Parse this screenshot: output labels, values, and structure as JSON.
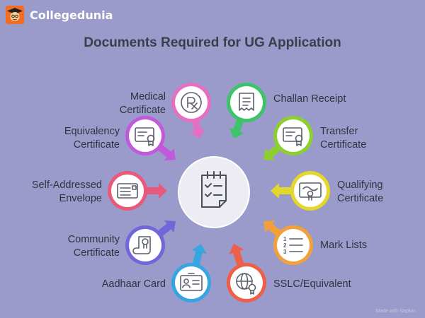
{
  "brand": {
    "name": "Collegedunia"
  },
  "title": "Documents Required for UG Application",
  "left_items": [
    {
      "label_lines": [
        "Medical",
        "Certificate"
      ],
      "color": "#e56fc2",
      "icon": "rx-icon"
    },
    {
      "label_lines": [
        "Equivalency",
        "Certificate"
      ],
      "color": "#c05ad8",
      "icon": "certificate-icon"
    },
    {
      "label_lines": [
        "Self-Addressed",
        "Envelope"
      ],
      "color": "#e85a7c",
      "icon": "envelope-icon"
    },
    {
      "label_lines": [
        "Community",
        "Certificate"
      ],
      "color": "#7266d8",
      "icon": "scroll-icon"
    },
    {
      "label_lines": [
        "Aadhaar Card"
      ],
      "color": "#35a6e0",
      "icon": "id-card-icon"
    }
  ],
  "right_items": [
    {
      "label_lines": [
        "Challan Receipt"
      ],
      "color": "#3dc36a",
      "icon": "receipt-icon"
    },
    {
      "label_lines": [
        "Transfer",
        "Certificate"
      ],
      "color": "#8ccf2f",
      "icon": "certificate-icon"
    },
    {
      "label_lines": [
        "Qualifying",
        "Certificate"
      ],
      "color": "#e5d62a",
      "icon": "diploma-icon"
    },
    {
      "label_lines": [
        "Mark Lists"
      ],
      "color": "#f2a13a",
      "icon": "numbered-list-icon"
    },
    {
      "label_lines": [
        "SSLC/Equivalent"
      ],
      "color": "#ee5f4a",
      "icon": "globe-certificate-icon"
    }
  ],
  "center": {
    "icon": "checklist-icon"
  },
  "footer": "Made with Napkin"
}
